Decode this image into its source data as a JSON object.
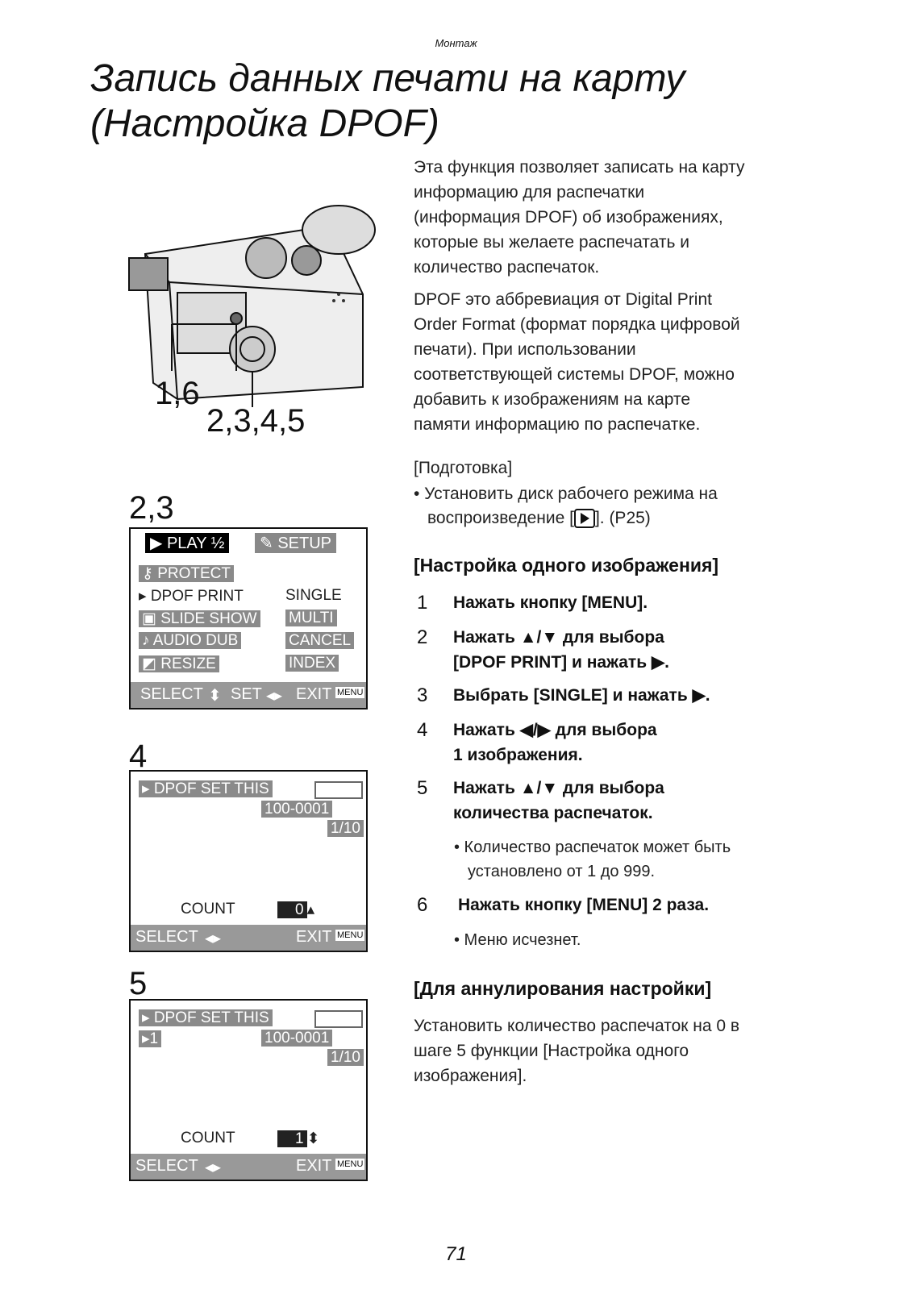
{
  "header": {
    "section": "Монтаж"
  },
  "title": {
    "line1": "Запись данных печати на карту",
    "line2": "(Настройка DPOF)"
  },
  "intro": [
    "Эта функция позволяет записать на карту",
    "информацию для распечатки",
    "(информация DPOF) об изображениях,",
    "которые вы желаете распечатать и",
    "количество распечаток."
  ],
  "dpof_def": [
    "DPOF это аббревиация от Digital Print",
    "Order Format (формат порядка цифровой",
    "печати). При использовании",
    "соответствующей системы DPOF, можно",
    "добавить к изображениям на карте",
    "памяти информацию по распечатке."
  ],
  "prep": {
    "label": "[Подготовка]",
    "bullet_line1": "• Установить диск рабочего режима на",
    "bullet_line2": "воспроизведение [",
    "bullet_line2_end": "]. (P25)"
  },
  "single": {
    "heading": "[Настройка одного изображения]"
  },
  "steps": [
    {
      "n": "1",
      "lines": [
        "Нажать кнопку [MENU]."
      ]
    },
    {
      "n": "2",
      "lines": [
        "Нажать ▲/▼ для выбора",
        "[DPOF PRINT] и нажать ▶."
      ]
    },
    {
      "n": "3",
      "lines": [
        "Выбрать [SINGLE] и нажать ▶."
      ]
    },
    {
      "n": "4",
      "lines": [
        "Нажать ◀/▶ для выбора",
        "1 изображения."
      ]
    },
    {
      "n": "5",
      "lines": [
        "Нажать ▲/▼ для выбора",
        "количества распечаток."
      ]
    },
    {
      "n": "6",
      "lines": [
        "Нажать кнопку [MENU] 2 раза."
      ]
    }
  ],
  "step5_note": [
    "• Количество распечаток может быть",
    "установлено от 1 до 999."
  ],
  "step6_note": "• Меню исчезнет.",
  "cancel": {
    "heading": "[Для аннулирования настройки]",
    "lines": [
      "Установить количество распечаток на 0 в",
      "шаге 5 функции [Настройка одного",
      "изображения]."
    ]
  },
  "figure": {
    "label_a": "1,6",
    "label_b": "2,3,4,5",
    "screen1_num": "2,3",
    "screen2_num": "4",
    "screen3_num": "5"
  },
  "menu_screen": {
    "tab_play": "PLAY ½",
    "tab_setup": "SETUP",
    "items": [
      "PROTECT",
      "DPOF PRINT",
      "SLIDE SHOW",
      "AUDIO DUB",
      "RESIZE"
    ],
    "options": [
      "SINGLE",
      "MULTI",
      "CANCEL",
      "INDEX"
    ],
    "footer": {
      "select": "SELECT",
      "set": "SET",
      "exit": "EXIT",
      "menu": "MENU"
    }
  },
  "dpof_screen": {
    "title": "DPOF SET THIS",
    "file": "100-0001",
    "frame": "1/10",
    "count_label": "COUNT",
    "count0": "0",
    "count1": "1",
    "mark": "1",
    "footer_select": "SELECT",
    "footer_exit": "EXIT",
    "footer_menu": "MENU"
  },
  "page_number": "71"
}
